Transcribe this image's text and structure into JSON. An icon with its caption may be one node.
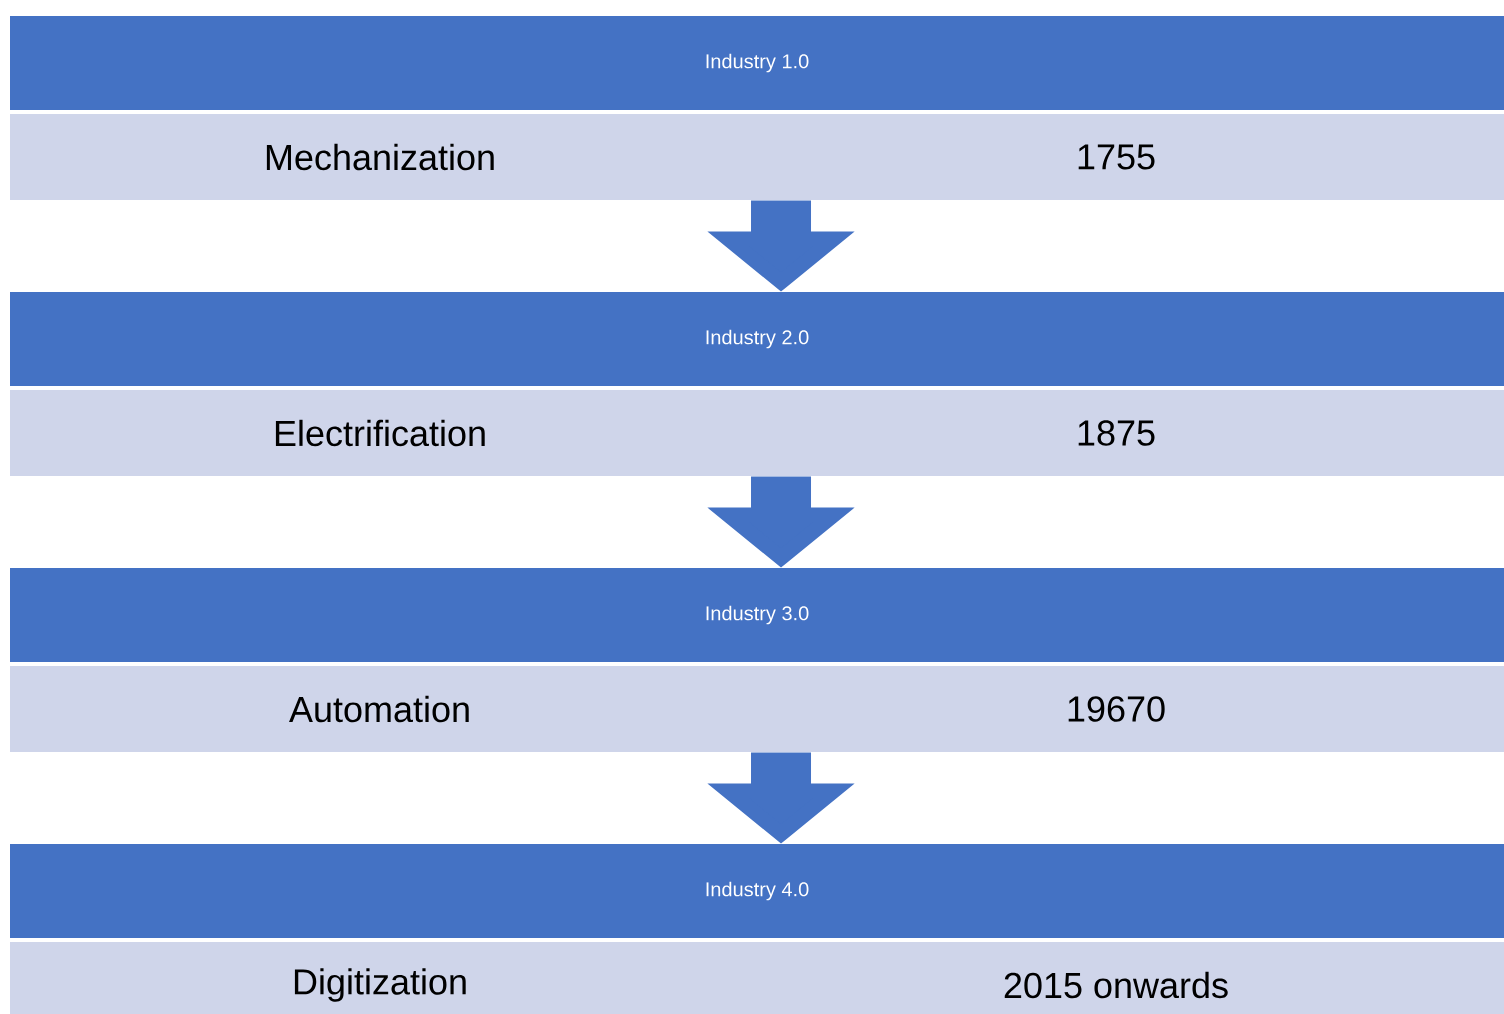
{
  "diagram": {
    "nodes": [
      {
        "text": [
          "Industry 1.0"
        ]
      },
      {
        "text": [
          "Mechanization",
          "1755"
        ]
      },
      {
        "text": [
          "Industry 2.0"
        ]
      },
      {
        "text": [
          "Electrification",
          "1875"
        ]
      },
      {
        "text": [
          "Industry 3.0"
        ]
      },
      {
        "text": [
          "Automation",
          "19670"
        ]
      },
      {
        "text": [
          "Industry 4.0"
        ]
      },
      {
        "text": [
          "Digitization",
          "2015 onwards"
        ]
      }
    ],
    "edges": [
      {
        "from": 1,
        "to": 2,
        "arrow": "to"
      },
      {
        "from": 3,
        "to": 4,
        "arrow": "to"
      },
      {
        "from": 5,
        "to": 6,
        "arrow": "to"
      }
    ]
  }
}
